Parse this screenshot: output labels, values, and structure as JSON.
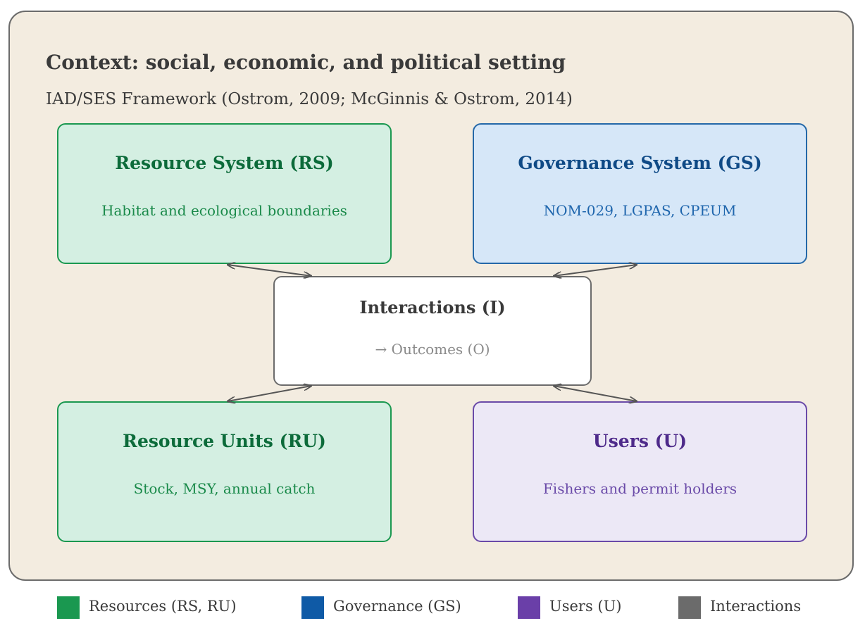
{
  "context": {
    "title": "Context: social, economic, and political setting",
    "subtitle": "IAD/SES Framework (Ostrom, 2009; McGinnis & Ostrom, 2014)"
  },
  "nodes": {
    "resource_system": {
      "title": "Resource System (RS)",
      "description": "Habitat and ecological boundaries"
    },
    "governance_system": {
      "title": "Governance System (GS)",
      "description": "NOM-029, LGPAS, CPEUM"
    },
    "interactions": {
      "title": "Interactions (I)",
      "description": "→ Outcomes (O)"
    },
    "resource_units": {
      "title": "Resource Units (RU)",
      "description": "Stock, MSY, annual catch"
    },
    "users": {
      "title": "Users (U)",
      "description": "Fishers and permit holders"
    }
  },
  "legend": [
    {
      "label": "Resources (RS, RU)",
      "color": "#1a9850"
    },
    {
      "label": "Governance (GS)",
      "color": "#0f5aa6"
    },
    {
      "label": "Users (U)",
      "color": "#6a3fa8"
    },
    {
      "label": "Interactions",
      "color": "#6b6b6b"
    }
  ],
  "colors": {
    "context_background": "#f3ece0",
    "border_gray": "#6b6b6b",
    "arrow": "#555555"
  }
}
